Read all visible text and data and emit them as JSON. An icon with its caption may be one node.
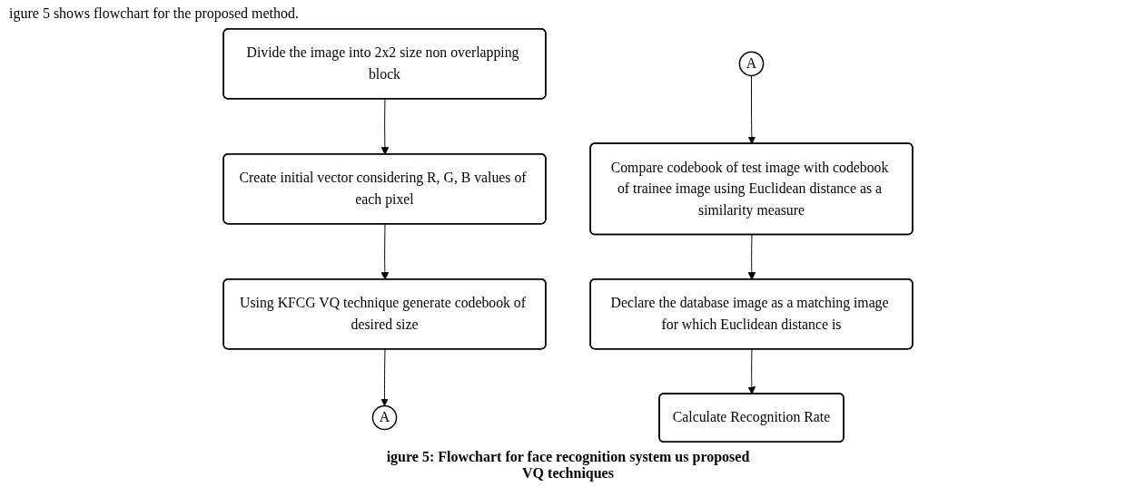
{
  "diagram": {
    "caption": "igure 5: Flowchart for face recognition system us proposed VQ techniques",
    "nodes": [
      {
        "text": [
          "Divide the image into 2x2 size non overlapping block"
        ]
      },
      {
        "text": [
          "Create initial vector considering R, G, B values of each pixel"
        ]
      },
      {
        "text": [
          "Using KFCG VQ technique generate codebook of desired size"
        ]
      },
      {
        "text": [
          "A"
        ]
      },
      {
        "text": [
          "A"
        ]
      },
      {
        "text": [
          "Compare codebook of test image with codebook of trainee image using Euclidean distance as a similarity measure"
        ]
      },
      {
        "text": [
          "Declare the database image as a matching image for which Euclidean distance is"
        ]
      },
      {
        "text": [
          "Calculate Recognition Rate"
        ]
      }
    ],
    "edges": [
      {
        "from": 0,
        "to": 1,
        "arrow": "to"
      },
      {
        "from": 1,
        "to": 2,
        "arrow": "to"
      },
      {
        "from": 2,
        "to": 3,
        "arrow": "to"
      },
      {
        "from": 4,
        "to": 5,
        "arrow": "to"
      },
      {
        "from": 5,
        "to": 6,
        "arrow": "to"
      },
      {
        "from": 6,
        "to": 7,
        "arrow": "to"
      }
    ],
    "labels": [
      "igure 5 shows flowchart for the proposed method."
    ]
  }
}
